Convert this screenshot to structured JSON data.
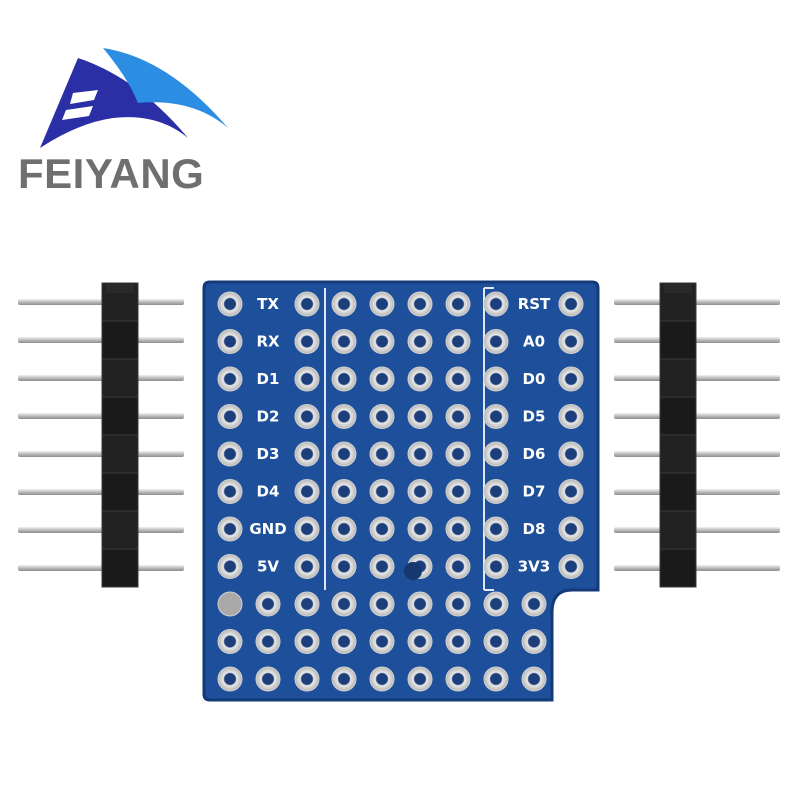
{
  "brand": {
    "name": "FEIYANG",
    "accent_blue": "#2233a8",
    "accent_light": "#3a8fe0"
  },
  "board": {
    "color": "#1e4f9a",
    "rows": 11,
    "left_labels": [
      "TX",
      "RX",
      "D1",
      "D2",
      "D3",
      "D4",
      "GND",
      "5V"
    ],
    "right_labels": [
      "RST",
      "A0",
      "D0",
      "D5",
      "D6",
      "D7",
      "D8",
      "3V3"
    ]
  },
  "headers": {
    "pin_count": 8
  }
}
